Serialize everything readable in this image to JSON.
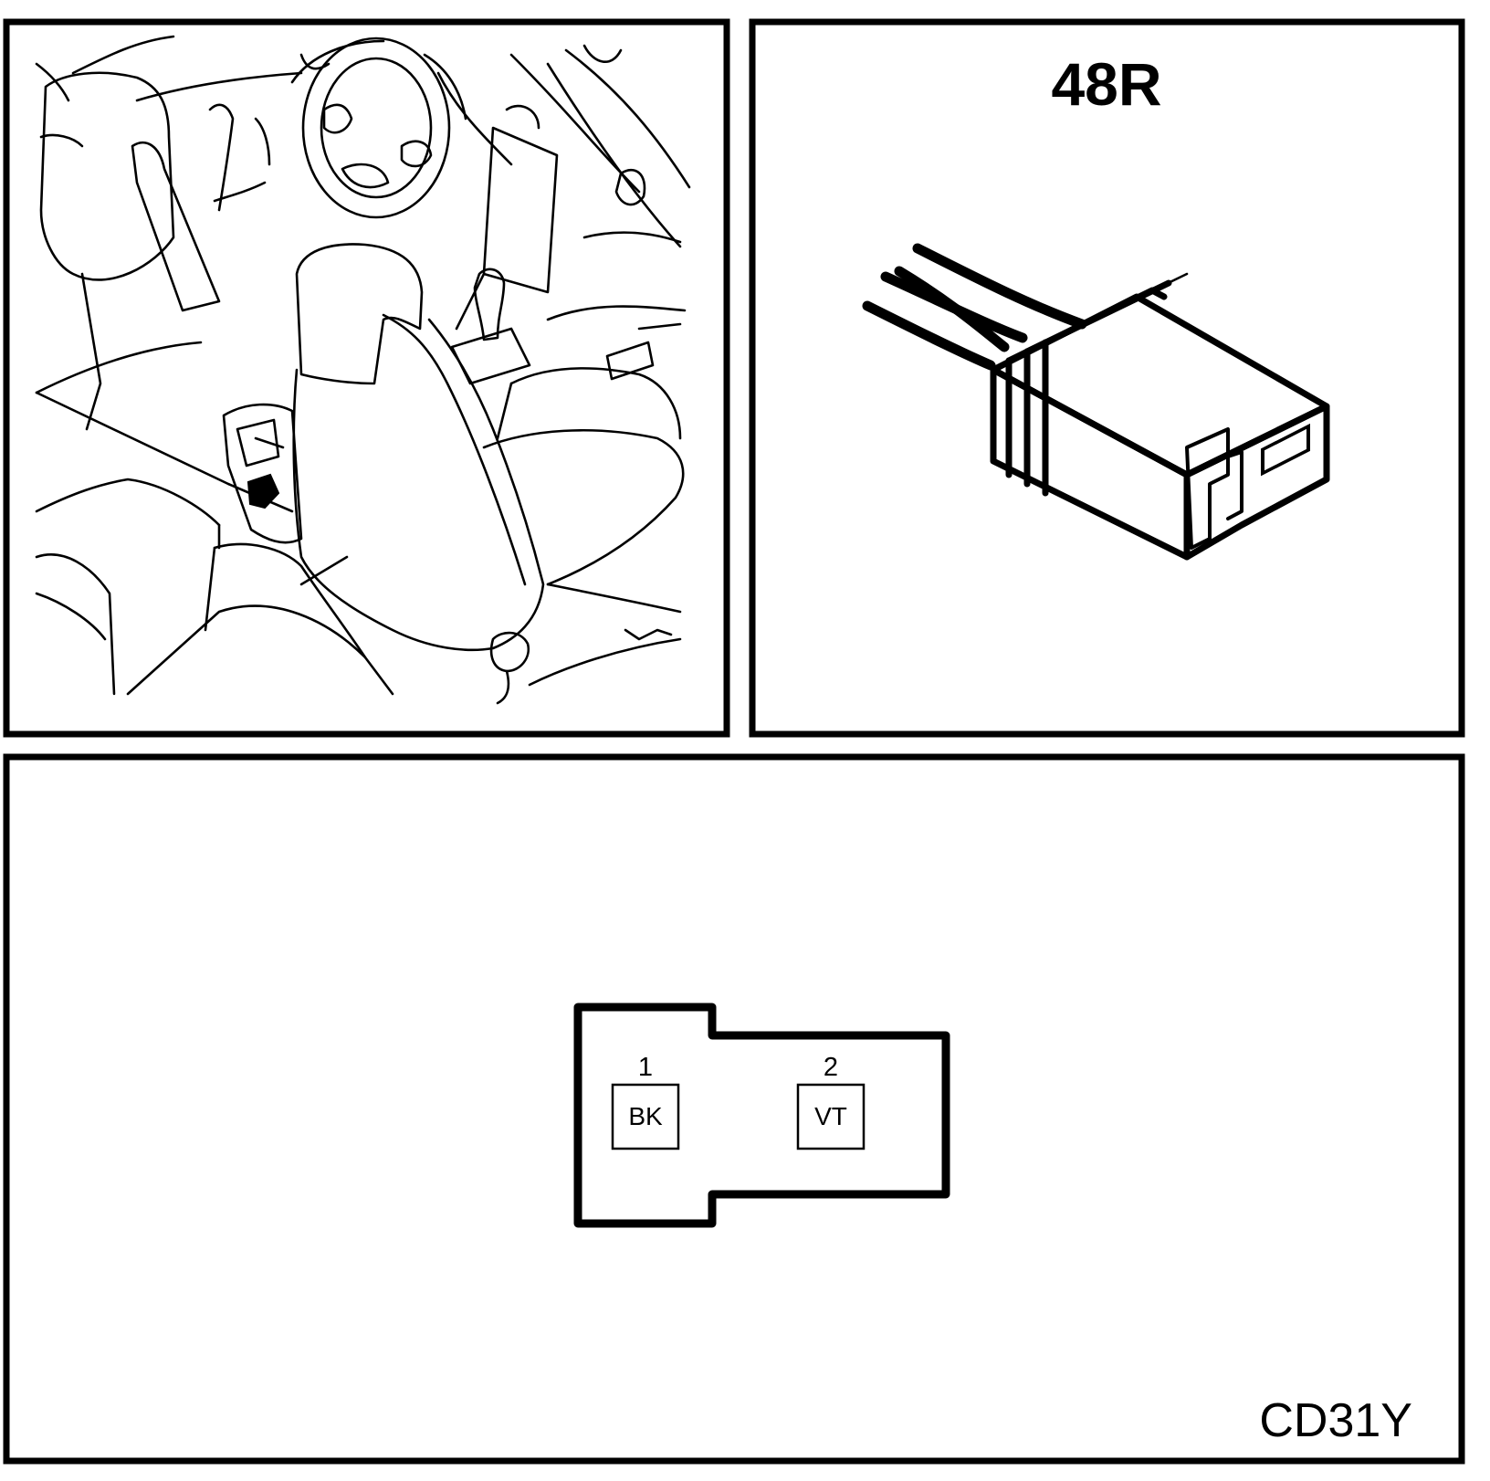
{
  "location_panel": {
    "illustration": "vehicle-interior-seat-connector-location"
  },
  "connector_panel": {
    "connector_id": "48R"
  },
  "face_panel": {
    "terminals": [
      {
        "number": "1",
        "wire_color": "BK"
      },
      {
        "number": "2",
        "wire_color": "VT"
      }
    ],
    "diagram_code": "CD31Y"
  }
}
